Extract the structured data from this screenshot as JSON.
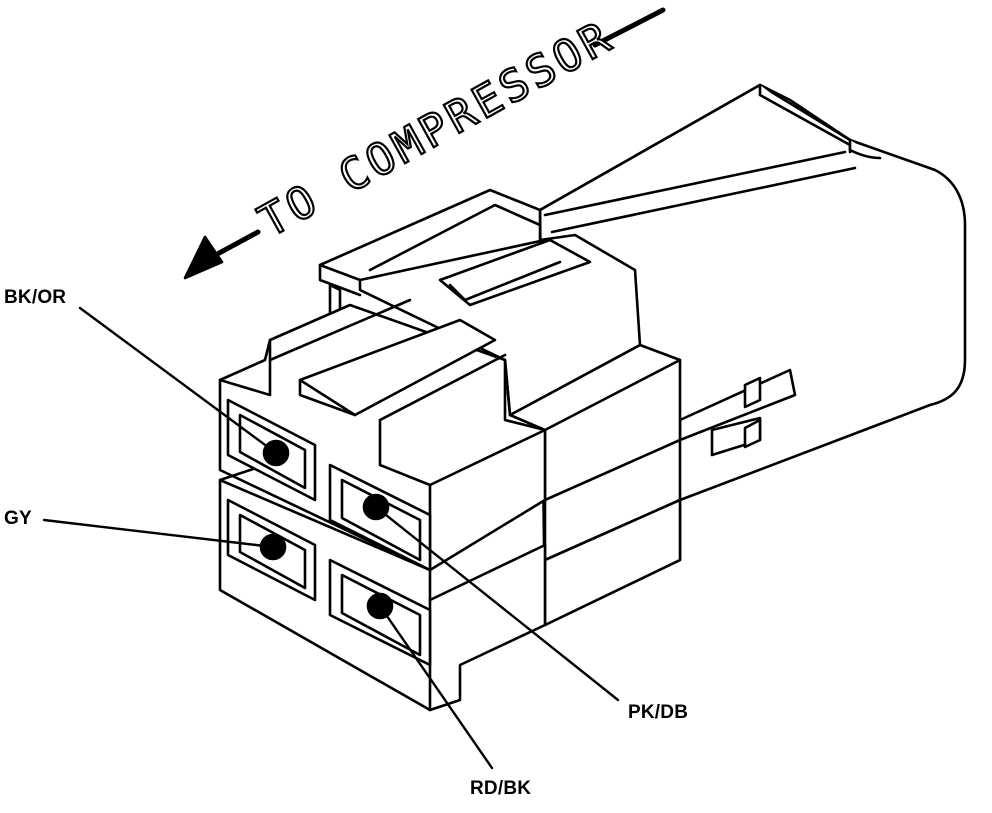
{
  "diagram": {
    "direction_label": "TO COMPRESSOR",
    "pins": [
      {
        "id": "bk-or",
        "label": "BK/OR"
      },
      {
        "id": "gy",
        "label": "GY"
      },
      {
        "id": "pk-db",
        "label": "PK/DB"
      },
      {
        "id": "rd-bk",
        "label": "RD/BK"
      }
    ]
  },
  "colors": {
    "line": "#000000",
    "fill": "#ffffff"
  }
}
